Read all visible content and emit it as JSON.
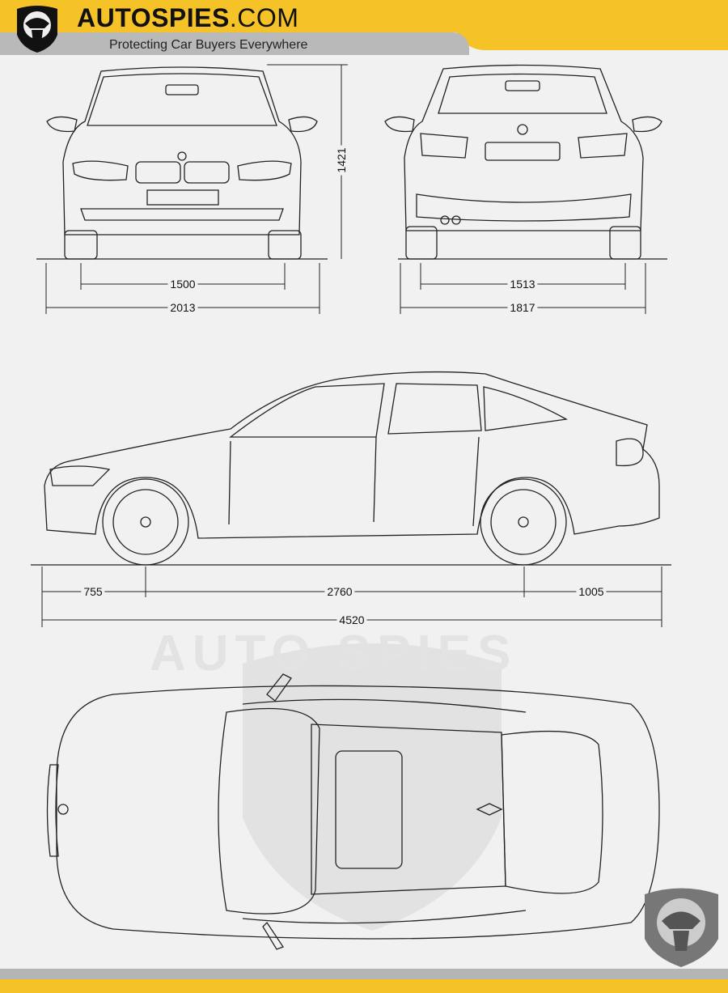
{
  "header": {
    "brand_main": "AUTOSPIES",
    "brand_suffix": ".COM",
    "tagline": "Protecting Car Buyers Everywhere"
  },
  "watermark": "AUTO SPIES",
  "dimensions": {
    "front_track": "1500",
    "width_with_mirrors": "2013",
    "height": "1421",
    "rear_track": "1513",
    "body_width": "1817",
    "front_overhang": "755",
    "wheelbase": "2760",
    "rear_overhang": "1005",
    "length": "4520"
  },
  "colors": {
    "accent": "#f5c228",
    "band": "#b9b9b9",
    "background": "#f1f1f1"
  }
}
